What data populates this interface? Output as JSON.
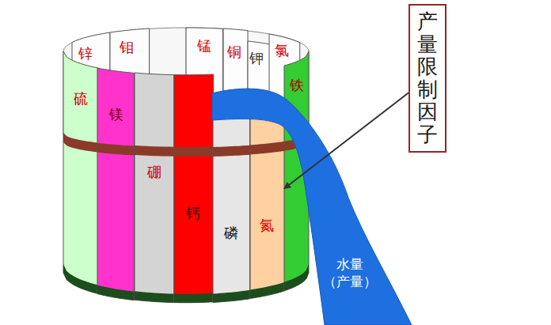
{
  "diagram": {
    "nodes": [
      {
        "text": [
          "锌"
        ]
      },
      {
        "text": [
          "钼"
        ]
      },
      {
        "text": [
          "锰"
        ]
      },
      {
        "text": [
          "铜"
        ]
      },
      {
        "text": [
          "钾"
        ]
      },
      {
        "text": [
          "氯"
        ]
      },
      {
        "text": [
          "硫"
        ]
      },
      {
        "text": [
          "镁"
        ]
      },
      {
        "text": [
          "硼"
        ]
      },
      {
        "text": [
          "钙"
        ]
      },
      {
        "text": [
          "磷"
        ]
      },
      {
        "text": [
          "氮"
        ]
      },
      {
        "text": [
          "铁"
        ]
      },
      {
        "text": [
          "产量限制因子"
        ]
      },
      {
        "text": [
          "水量 （产量）"
        ]
      }
    ],
    "edges": [
      {
        "from": 13,
        "to": 11,
        "arrow": "to"
      }
    ]
  }
}
